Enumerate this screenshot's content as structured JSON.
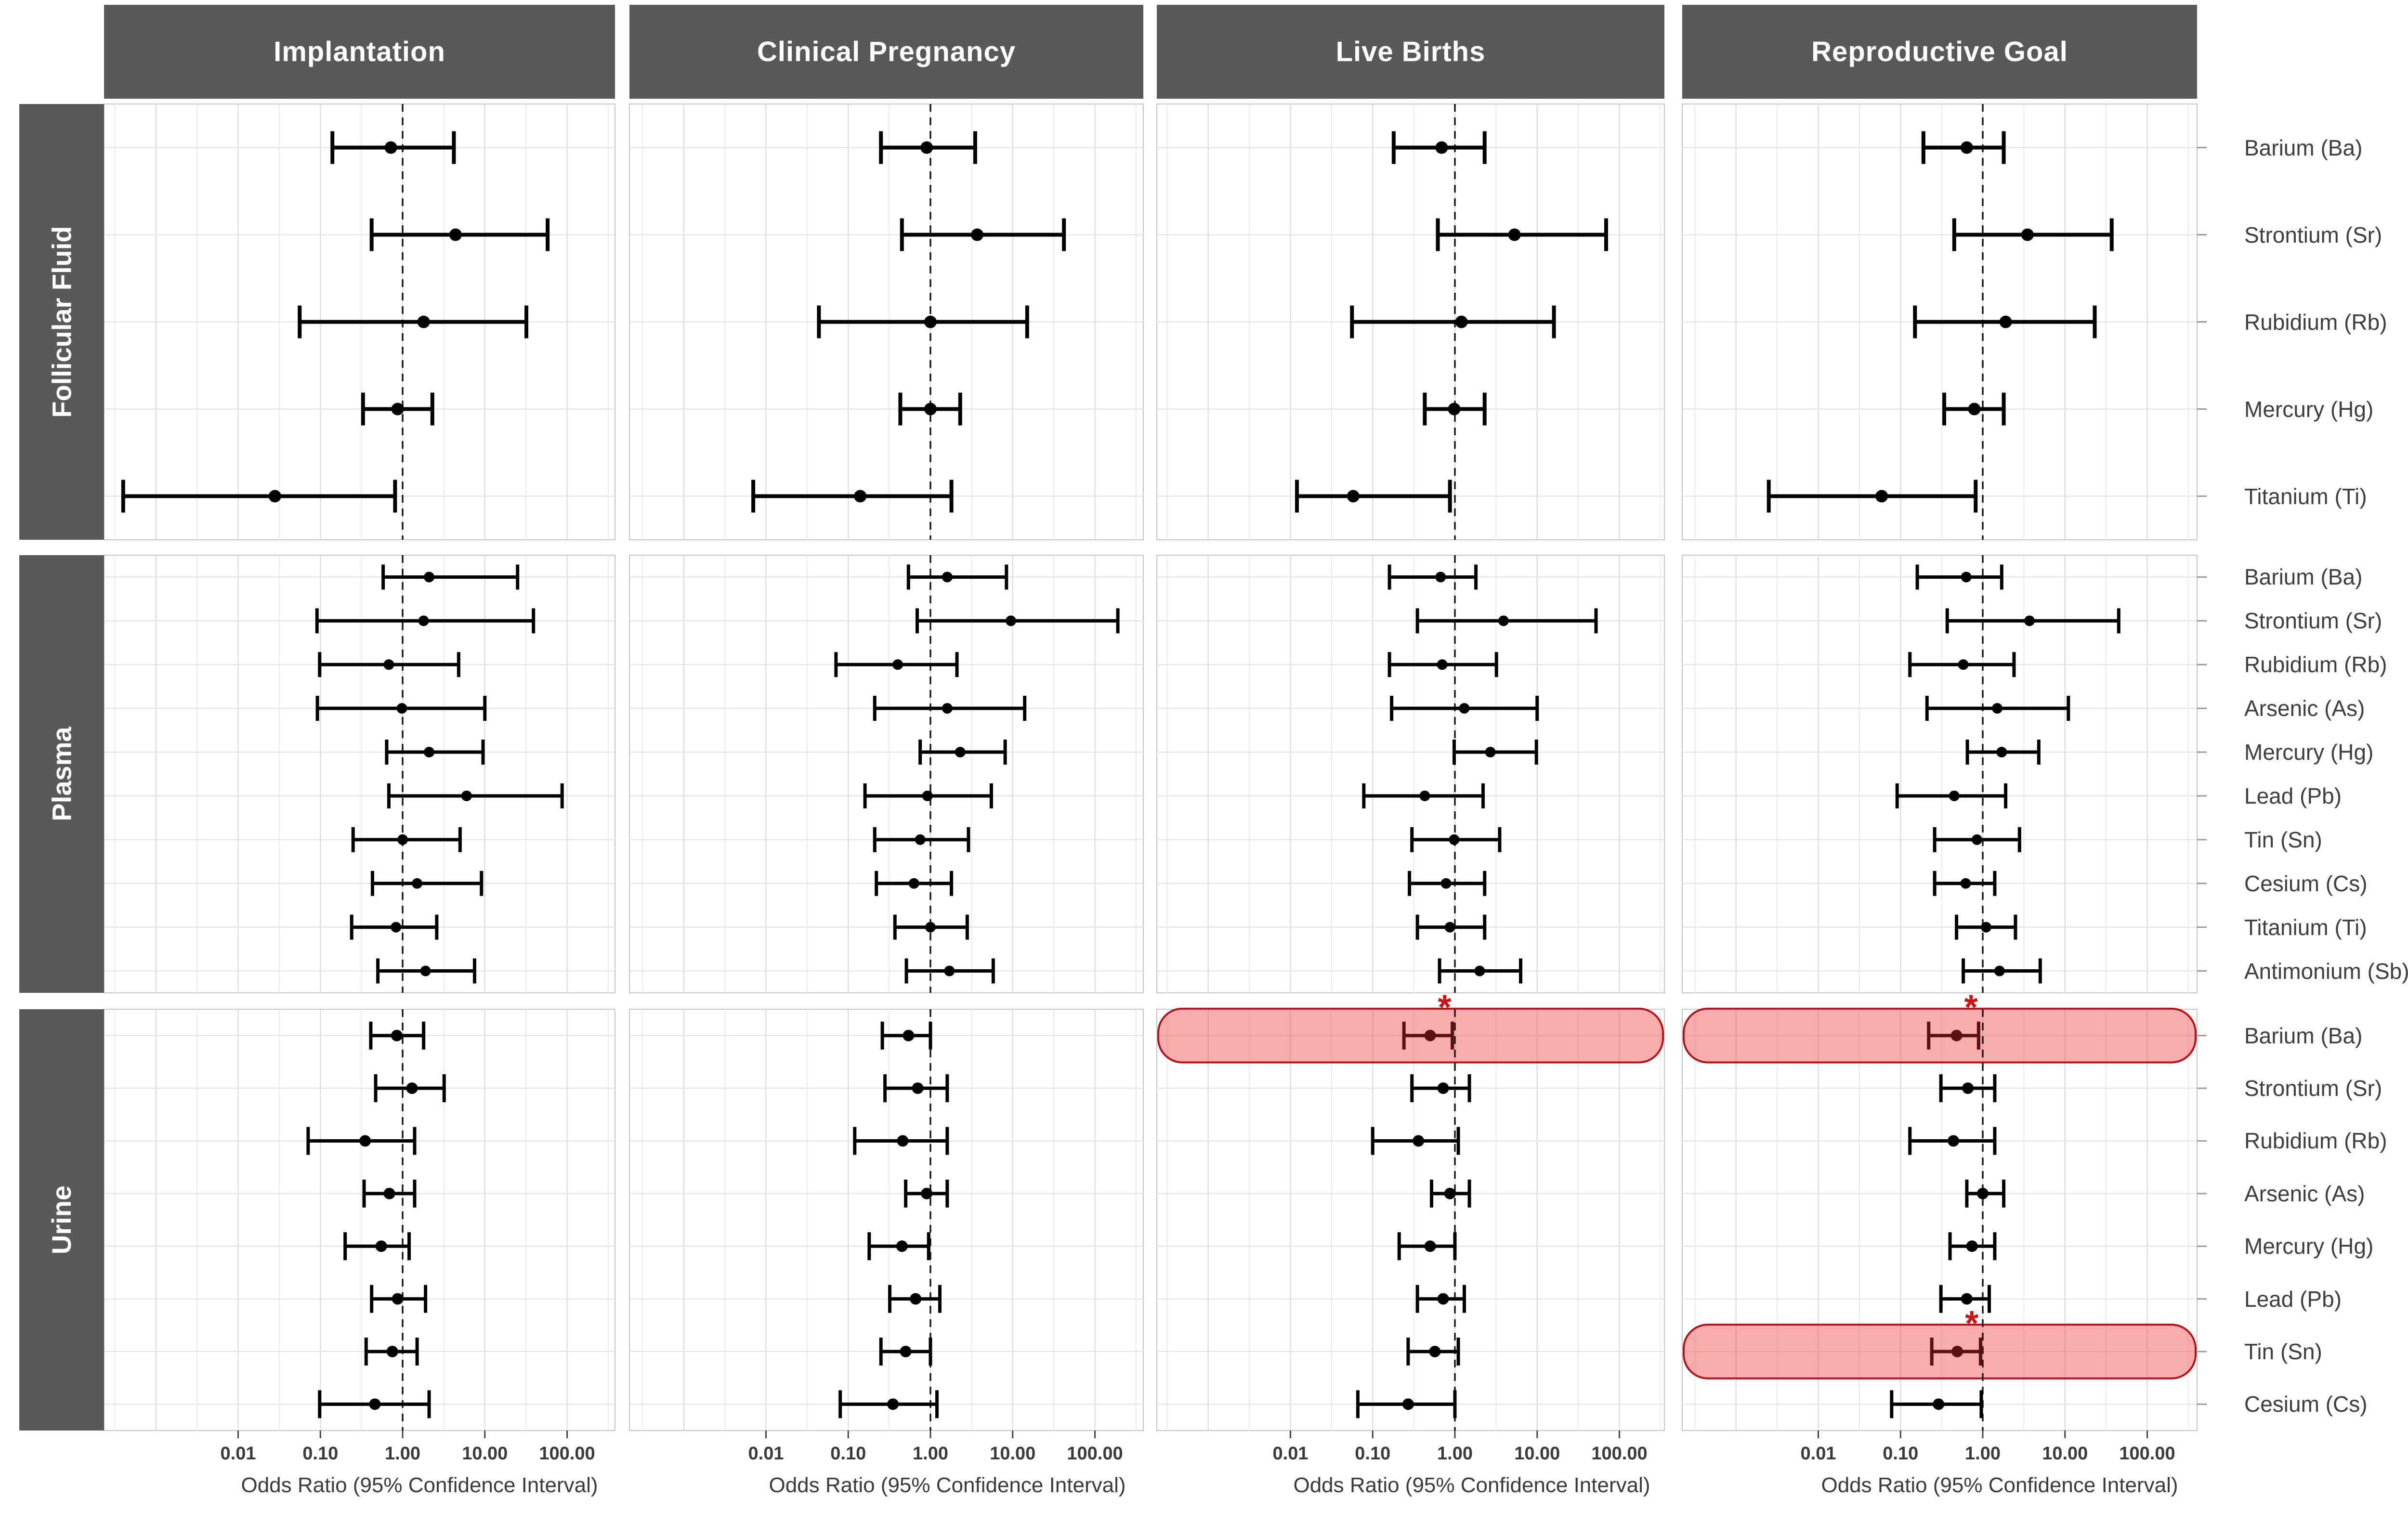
{
  "figure": {
    "kind": "faceted forest plot",
    "column_headers": [
      "Implantation",
      "Clinical Pregnancy",
      "Live Births",
      "Reproductive Goal"
    ],
    "row_group_labels": [
      "Follicular Fluid",
      "Plasma",
      "Urine"
    ],
    "axis_title": "Odds Ratio (95% Confidence Interval)",
    "annotation_symbol": "*"
  },
  "chart_data": {
    "type": "scatter",
    "subtype": "forest-odds-ratio",
    "columns": [
      {
        "id": "implantation",
        "label": "Implantation"
      },
      {
        "id": "clinical_pregnancy",
        "label": "Clinical Pregnancy"
      },
      {
        "id": "live_births",
        "label": "Live Births"
      },
      {
        "id": "reproductive_goal",
        "label": "Reproductive Goal"
      }
    ],
    "x_axis": {
      "label": "Odds Ratio (95% Confidence Interval)",
      "scale": "log10",
      "tick_labels": [
        "0.01",
        "0.10",
        "1.00",
        "10.00",
        "100.00"
      ],
      "tick_values": [
        0.01,
        0.1,
        1,
        10,
        100
      ],
      "range_log10": [
        -3.64,
        2.59
      ],
      "minor_grid_step_decades": 0.5,
      "reference_line_value": 1.0,
      "reference_line_style": "dashed",
      "grid": true
    },
    "values_format": "[ci_low, odds_ratio, ci_high]",
    "groups": [
      {
        "label": "Follicular Fluid",
        "rows": [
          {
            "label": "Barium (Ba)",
            "or": {
              "implantation": [
                0.14,
                0.72,
                4.2
              ],
              "clinical_pregnancy": [
                0.25,
                0.9,
                3.5
              ],
              "live_births": [
                0.18,
                0.69,
                2.3
              ],
              "reproductive_goal": [
                0.19,
                0.64,
                1.8
              ]
            }
          },
          {
            "label": "Strontium (Sr)",
            "or": {
              "implantation": [
                0.42,
                4.4,
                58
              ],
              "clinical_pregnancy": [
                0.45,
                3.7,
                42
              ],
              "live_births": [
                0.62,
                5.3,
                69
              ],
              "reproductive_goal": [
                0.45,
                3.5,
                37
              ]
            }
          },
          {
            "label": "Rubidium (Rb)",
            "or": {
              "implantation": [
                0.056,
                1.8,
                32
              ],
              "clinical_pregnancy": [
                0.044,
                1.0,
                15
              ],
              "live_births": [
                0.056,
                1.2,
                16
              ],
              "reproductive_goal": [
                0.15,
                1.9,
                23
              ]
            }
          },
          {
            "label": "Mercury (Hg)",
            "or": {
              "implantation": [
                0.33,
                0.87,
                2.3
              ],
              "clinical_pregnancy": [
                0.43,
                1.0,
                2.3
              ],
              "live_births": [
                0.43,
                0.98,
                2.3
              ],
              "reproductive_goal": [
                0.34,
                0.79,
                1.8
              ]
            }
          },
          {
            "label": "Titanium (Ti)",
            "or": {
              "implantation": [
                0.0004,
                0.028,
                0.81
              ],
              "clinical_pregnancy": [
                0.007,
                0.14,
                1.8
              ],
              "live_births": [
                0.012,
                0.058,
                0.87
              ],
              "reproductive_goal": [
                0.0025,
                0.059,
                0.82
              ]
            }
          }
        ]
      },
      {
        "label": "Plasma",
        "rows": [
          {
            "label": "Barium (Ba)",
            "or": {
              "implantation": [
                0.58,
                2.1,
                25
              ],
              "clinical_pregnancy": [
                0.54,
                1.6,
                8.4
              ],
              "live_births": [
                0.16,
                0.67,
                1.8
              ],
              "reproductive_goal": [
                0.16,
                0.63,
                1.7
              ]
            }
          },
          {
            "label": "Strontium (Sr)",
            "or": {
              "implantation": [
                0.091,
                1.8,
                39
              ],
              "clinical_pregnancy": [
                0.69,
                9.5,
                190
              ],
              "live_births": [
                0.35,
                3.9,
                52
              ],
              "reproductive_goal": [
                0.37,
                3.7,
                45
              ]
            }
          },
          {
            "label": "Rubidium (Rb)",
            "or": {
              "implantation": [
                0.098,
                0.68,
                4.8
              ],
              "clinical_pregnancy": [
                0.071,
                0.4,
                2.1
              ],
              "live_births": [
                0.16,
                0.7,
                3.2
              ],
              "reproductive_goal": [
                0.13,
                0.58,
                2.4
              ]
            }
          },
          {
            "label": "Arsenic (As)",
            "or": {
              "implantation": [
                0.092,
                0.98,
                10
              ],
              "clinical_pregnancy": [
                0.21,
                1.6,
                14
              ],
              "live_births": [
                0.17,
                1.3,
                10
              ],
              "reproductive_goal": [
                0.21,
                1.5,
                11
              ]
            }
          },
          {
            "label": "Mercury (Hg)",
            "or": {
              "implantation": [
                0.64,
                2.1,
                9.5
              ],
              "clinical_pregnancy": [
                0.75,
                2.3,
                8.1
              ],
              "live_births": [
                0.98,
                2.7,
                9.8
              ],
              "reproductive_goal": [
                0.65,
                1.7,
                4.8
              ]
            }
          },
          {
            "label": "Lead (Pb)",
            "or": {
              "implantation": [
                0.68,
                6.0,
                87
              ],
              "clinical_pregnancy": [
                0.16,
                0.92,
                5.5
              ],
              "live_births": [
                0.078,
                0.43,
                2.2
              ],
              "reproductive_goal": [
                0.091,
                0.45,
                1.9
              ]
            }
          },
          {
            "label": "Tin (Sn)",
            "or": {
              "implantation": [
                0.25,
                1.0,
                5.0
              ],
              "clinical_pregnancy": [
                0.21,
                0.75,
                2.9
              ],
              "live_births": [
                0.3,
                0.98,
                3.5
              ],
              "reproductive_goal": [
                0.26,
                0.85,
                2.8
              ]
            }
          },
          {
            "label": "Cesium (Cs)",
            "or": {
              "implantation": [
                0.43,
                1.5,
                9.1
              ],
              "clinical_pregnancy": [
                0.22,
                0.63,
                1.8
              ],
              "live_births": [
                0.28,
                0.78,
                2.3
              ],
              "reproductive_goal": [
                0.26,
                0.62,
                1.4
              ]
            }
          },
          {
            "label": "Titanium (Ti)",
            "or": {
              "implantation": [
                0.24,
                0.83,
                2.6
              ],
              "clinical_pregnancy": [
                0.37,
                1.0,
                2.8
              ],
              "live_births": [
                0.35,
                0.87,
                2.3
              ],
              "reproductive_goal": [
                0.48,
                1.1,
                2.5
              ]
            }
          },
          {
            "label": "Antimonium (Sb)",
            "or": {
              "implantation": [
                0.5,
                1.9,
                7.5
              ],
              "clinical_pregnancy": [
                0.51,
                1.7,
                5.8
              ],
              "live_births": [
                0.65,
                2.0,
                6.3
              ],
              "reproductive_goal": [
                0.58,
                1.6,
                5.0
              ]
            }
          }
        ]
      },
      {
        "label": "Urine",
        "rows": [
          {
            "label": "Barium (Ba)",
            "or": {
              "implantation": [
                0.41,
                0.85,
                1.8
              ],
              "clinical_pregnancy": [
                0.26,
                0.54,
                1.0
              ],
              "live_births": [
                0.24,
                0.5,
                0.93
              ],
              "reproductive_goal": [
                0.22,
                0.48,
                0.89
              ]
            }
          },
          {
            "label": "Strontium (Sr)",
            "or": {
              "implantation": [
                0.47,
                1.3,
                3.2
              ],
              "clinical_pregnancy": [
                0.28,
                0.7,
                1.6
              ],
              "live_births": [
                0.3,
                0.72,
                1.5
              ],
              "reproductive_goal": [
                0.31,
                0.66,
                1.4
              ]
            }
          },
          {
            "label": "Rubidium (Rb)",
            "or": {
              "implantation": [
                0.071,
                0.35,
                1.4
              ],
              "clinical_pregnancy": [
                0.12,
                0.46,
                1.6
              ],
              "live_births": [
                0.1,
                0.36,
                1.1
              ],
              "reproductive_goal": [
                0.13,
                0.44,
                1.4
              ]
            }
          },
          {
            "label": "Arsenic (As)",
            "or": {
              "implantation": [
                0.34,
                0.69,
                1.4
              ],
              "clinical_pregnancy": [
                0.5,
                0.9,
                1.6
              ],
              "live_births": [
                0.52,
                0.87,
                1.5
              ],
              "reproductive_goal": [
                0.64,
                1.0,
                1.8
              ]
            }
          },
          {
            "label": "Mercury (Hg)",
            "or": {
              "implantation": [
                0.2,
                0.55,
                1.2
              ],
              "clinical_pregnancy": [
                0.18,
                0.45,
                0.95
              ],
              "live_births": [
                0.21,
                0.5,
                1.0
              ],
              "reproductive_goal": [
                0.4,
                0.74,
                1.4
              ]
            }
          },
          {
            "label": "Lead (Pb)",
            "or": {
              "implantation": [
                0.42,
                0.87,
                1.9
              ],
              "clinical_pregnancy": [
                0.32,
                0.66,
                1.3
              ],
              "live_births": [
                0.35,
                0.72,
                1.3
              ],
              "reproductive_goal": [
                0.31,
                0.64,
                1.2
              ]
            }
          },
          {
            "label": "Tin (Sn)",
            "or": {
              "implantation": [
                0.36,
                0.75,
                1.5
              ],
              "clinical_pregnancy": [
                0.25,
                0.5,
                1.0
              ],
              "live_births": [
                0.27,
                0.57,
                1.1
              ],
              "reproductive_goal": [
                0.24,
                0.49,
                0.94
              ]
            }
          },
          {
            "label": "Cesium (Cs)",
            "or": {
              "implantation": [
                0.098,
                0.46,
                2.1
              ],
              "clinical_pregnancy": [
                0.08,
                0.35,
                1.2
              ],
              "live_births": [
                0.066,
                0.27,
                1.0
              ],
              "reproductive_goal": [
                0.078,
                0.29,
                0.96
              ]
            }
          }
        ]
      }
    ],
    "significant_highlights": [
      {
        "group": "Urine",
        "row": "Barium (Ba)",
        "column": "live_births",
        "marker": "*"
      },
      {
        "group": "Urine",
        "row": "Barium (Ba)",
        "column": "reproductive_goal",
        "marker": "*"
      },
      {
        "group": "Urine",
        "row": "Tin (Sn)",
        "column": "reproductive_goal",
        "marker": "*"
      }
    ],
    "legend_position": "none"
  },
  "colors": {
    "header_bg": "#595959",
    "header_text": "#ffffff",
    "panel_border": "#c6c6c6",
    "grid_major": "#d7d7d7",
    "grid_minor": "#eaeaea",
    "row_grid": "#e2e2e2",
    "reference_line": "#1a1a1a",
    "error_bar": "#000000",
    "highlight_fill": "rgba(242,72,72,0.45)",
    "highlight_border": "#b31217",
    "highlight_bar": "#5e0f12",
    "asterisk": "#cc1418",
    "label_text": "#3e3e3e",
    "tick_text": "#3a3a3a"
  }
}
